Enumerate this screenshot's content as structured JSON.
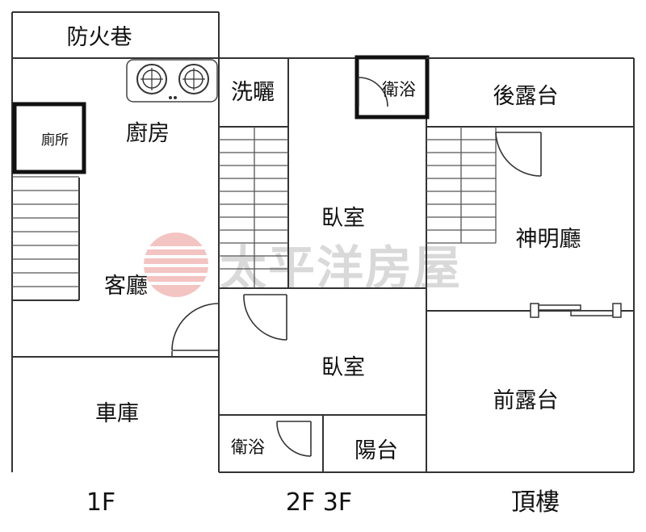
{
  "rooms": {
    "fire_lane": "防火巷",
    "kitchen": "廚房",
    "toilet_1f": "廁所",
    "living_room": "客廳",
    "garage": "車庫",
    "laundry": "洗曬",
    "bath_upper": "衛浴",
    "bedroom_upper": "臥室",
    "bedroom_lower": "臥室",
    "bath_lower": "衛浴",
    "balcony": "陽台",
    "rear_terrace": "後露台",
    "shrine_hall": "神明廳",
    "front_terrace": "前露台"
  },
  "floors": {
    "first": "1F",
    "second_third": "2F 3F",
    "rooftop": "頂樓"
  },
  "watermark": {
    "text": "太平洋房屋"
  }
}
